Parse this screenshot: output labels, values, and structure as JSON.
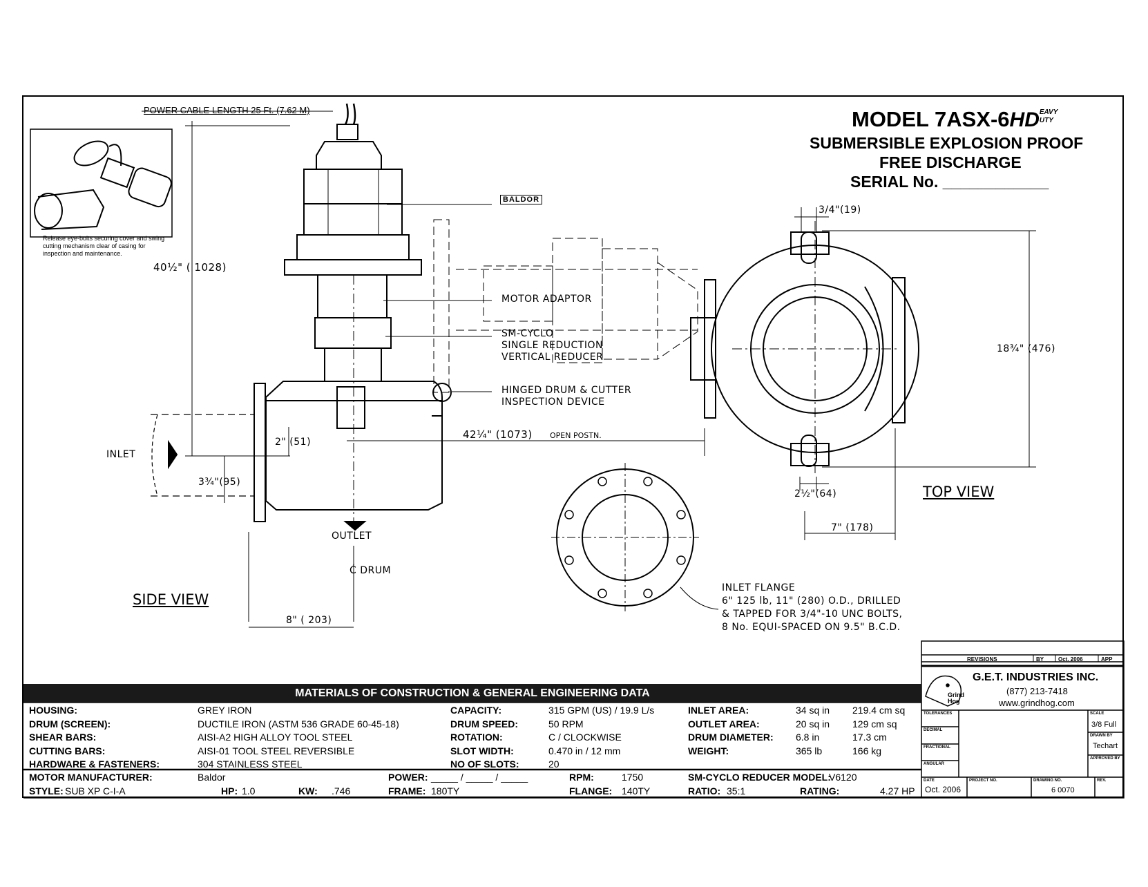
{
  "title": {
    "model": "MODEL 7ASX-6",
    "model_badge": "HD",
    "model_badge_super": "EAVY",
    "model_badge_sub": "UTY",
    "line2": "SUBMERSIBLE EXPLOSION PROOF",
    "line3": "FREE DISCHARGE",
    "serial_label": "SERIAL No.",
    "serial_value": "____________"
  },
  "inset": {
    "caption": "Release eye-bolts securing cover and swing cutting mechanism clear of casing for inspection and maintenance."
  },
  "labels": {
    "power_cable": "POWER CABLE LENGTH 25 Ft. (7.62 M)",
    "baldor": "BALDOR",
    "motor_adaptor": "MOTOR ADAPTOR",
    "cyclo_1": "SM-CYCLO",
    "cyclo_2": "SINGLE REDUCTION",
    "cyclo_3": "VERTICAL REDUCER",
    "hinged_1": "HINGED DRUM & CUTTER",
    "hinged_2": "INSPECTION DEVICE",
    "inlet": "INLET",
    "outlet": "OUTLET",
    "drum_cl": "Ć DRUM",
    "dim_height": "40½\"  ( 1028)",
    "dim_2in": "2\"  (51)",
    "dim_open": "42¼\" (1073)",
    "open_postn": "OPEN POSTN.",
    "dim_334": "3¾\"(95)",
    "dim_8in": "8\" ( 203)",
    "dim_34": "3/4\"(19)",
    "dim_1834": "18¾\" (476)",
    "dim_212": "2½\"(64)",
    "dim_7in": "7\" (178)",
    "side_view": "SIDE VIEW",
    "top_view": "TOP VIEW",
    "flange_1": "INLET FLANGE",
    "flange_2": "6\"  125 lb,  11\" (280) O.D., DRILLED",
    "flange_3": "& TAPPED FOR 3/4\"-10 UNC BOLTS,",
    "flange_4": "8 No. EQUI-SPACED ON 9.5\" B.C.D."
  },
  "specs": {
    "header": "MATERIALS OF CONSTRUCTION & GENERAL ENGINEERING DATA",
    "rows": [
      {
        "k1": "HOUSING:",
        "v1": "GREY IRON",
        "k2": "CAPACITY:",
        "v2": "315 GPM (US) /  19.9 L/s",
        "k3": "INLET AREA:",
        "v3a": "34 sq in",
        "v3b": "219.4 cm sq"
      },
      {
        "k1": "DRUM (SCREEN):",
        "v1": "DUCTILE IRON (ASTM 536 GRADE 60-45-18)",
        "k2": "DRUM SPEED:",
        "v2": "50 RPM",
        "k3": "OUTLET AREA:",
        "v3a": "20 sq in",
        "v3b": "129 cm sq"
      },
      {
        "k1": "SHEAR BARS:",
        "v1": "AISI-A2 HIGH ALLOY TOOL STEEL",
        "k2": "ROTATION:",
        "v2": "C / CLOCKWISE",
        "k3": "DRUM DIAMETER:",
        "v3a": "6.8 in",
        "v3b": "17.3 cm"
      },
      {
        "k1": "CUTTING BARS:",
        "v1": "AISI-01 TOOL STEEL REVERSIBLE",
        "k2": "SLOT WIDTH:",
        "v2": "0.470 in /  12 mm",
        "k3": "WEIGHT:",
        "v3a": "365 lb",
        "v3b": "166 kg"
      },
      {
        "k1": "HARDWARE & FASTENERS:",
        "v1": "304 STAINLESS STEEL",
        "k2": "NO OF SLOTS:",
        "v2": "20",
        "k3": "",
        "v3a": "",
        "v3b": ""
      }
    ],
    "motor": {
      "manufacturer_label": "MOTOR MANUFACTURER:",
      "manufacturer": "Baldor",
      "power_label": "POWER:",
      "power": "_____ / _____ / _____",
      "rpm_label": "RPM:",
      "rpm": "1750",
      "reducer_label": "SM-CYCLO REDUCER MODEL:",
      "reducer": "V6120",
      "style_label": "STYLE:",
      "style": "SUB XP C-I-A",
      "hp_label": "HP:",
      "hp": "1.0",
      "kw_label": "KW:",
      "kw": ".746",
      "frame_label": "FRAME:",
      "frame": "180TY",
      "flange_label": "FLANGE:",
      "flange": "140TY",
      "ratio_label": "RATIO:",
      "ratio": "35:1",
      "rating_label": "RATING:",
      "rating": "4.27 HP"
    }
  },
  "title_block": {
    "revisions": "REVISIONS",
    "by": "BY",
    "date": "Oct. 2006",
    "app": "APP",
    "company": "G.E.T. INDUSTRIES INC.",
    "phone": "(877) 213-7418",
    "web": "www.grindhog.com",
    "logo": "Grind Hog",
    "tolerances": "TOLERANCES",
    "decimal": "DECIMAL",
    "fractional": "FRACTIONAL",
    "angular": "ANGULAR",
    "scale_label": "SCALE",
    "scale": "3/8 Full",
    "drawn_label": "DRAWN BY",
    "drawn": "Techart",
    "approved_label": "APPROVED BY",
    "date_label": "DATE",
    "project_label": "PROJECT NO.",
    "drawing_label": "DRAWING NO.",
    "drawing": "6 0070",
    "rev_label": "REV."
  }
}
